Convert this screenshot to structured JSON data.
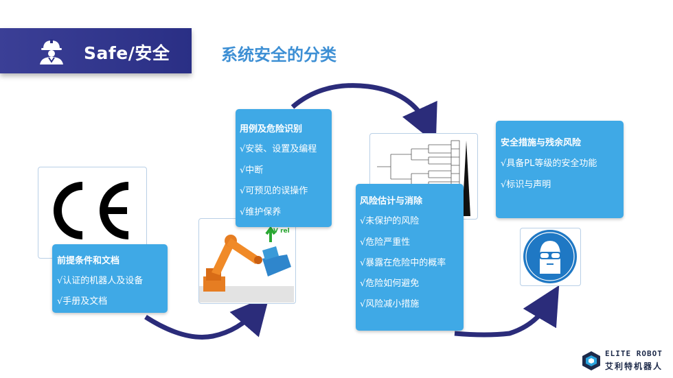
{
  "header": {
    "banner_title": "Safe/安全",
    "page_title": "系统安全的分类",
    "banner_icon": "worker-helmet-icon"
  },
  "steps": [
    {
      "heading": "前提条件和文档",
      "items": [
        "√认证的机器人及设备",
        "√手册及文档"
      ],
      "image": "ce-mark"
    },
    {
      "heading": "用例及危险识别",
      "items": [
        "√安装、设置及编程",
        "√中断",
        "√可预见的误操作",
        "√维护保养"
      ],
      "image": "robot-arm-illustration",
      "image_label": "V rel"
    },
    {
      "heading": "风险估计与消除",
      "items": [
        "√未保护的风险",
        "√危险严重性",
        "√暴露在危险中的概率",
        "√危险如何避免",
        "√风险减小措施"
      ],
      "image": "risk-graph-tree"
    },
    {
      "heading": "安全措施与残余风险",
      "items": [
        "√具备PL等级的安全功能",
        "√标识与声明"
      ],
      "image": "eye-protection-sign"
    }
  ],
  "logo": {
    "brand": "ELITE ROBOT",
    "brand_cn": "艾利特机器人"
  },
  "colors": {
    "banner": "#2a2f85",
    "title": "#3d8fd4",
    "box": "#3fa9e6",
    "arrow": "#2b2c7a"
  }
}
